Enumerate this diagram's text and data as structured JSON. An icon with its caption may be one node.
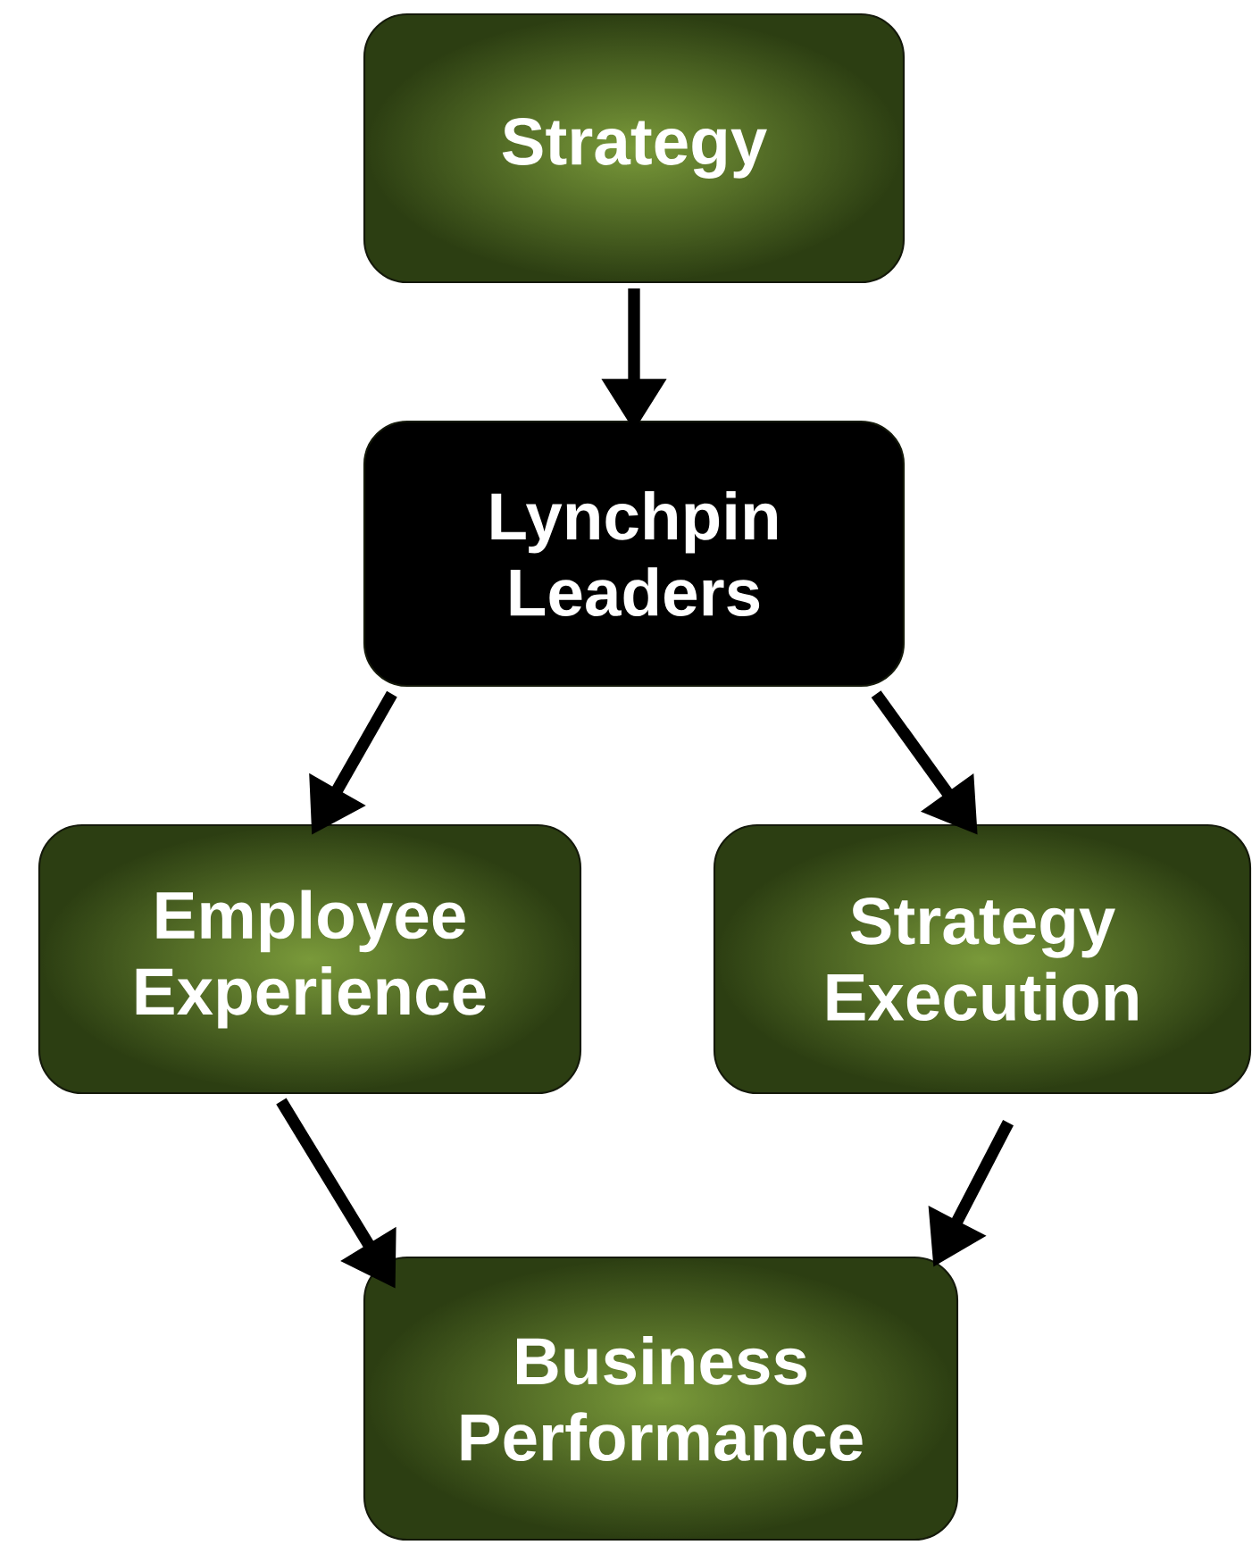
{
  "diagram": {
    "nodes": [
      {
        "text": [
          "Strategy"
        ]
      },
      {
        "text": [
          "Lynchpin Leaders"
        ]
      },
      {
        "text": [
          "Employee Experience"
        ]
      },
      {
        "text": [
          "Strategy Execution"
        ]
      },
      {
        "text": [
          "Business Performance"
        ]
      }
    ],
    "edges": [
      {
        "from": 0,
        "to": 1,
        "arrow": "to"
      },
      {
        "from": 1,
        "to": 2,
        "arrow": "to"
      },
      {
        "from": 1,
        "to": 3,
        "arrow": "to"
      },
      {
        "from": 2,
        "to": 4,
        "arrow": "to"
      },
      {
        "from": 3,
        "to": 4,
        "arrow": "to"
      }
    ]
  }
}
